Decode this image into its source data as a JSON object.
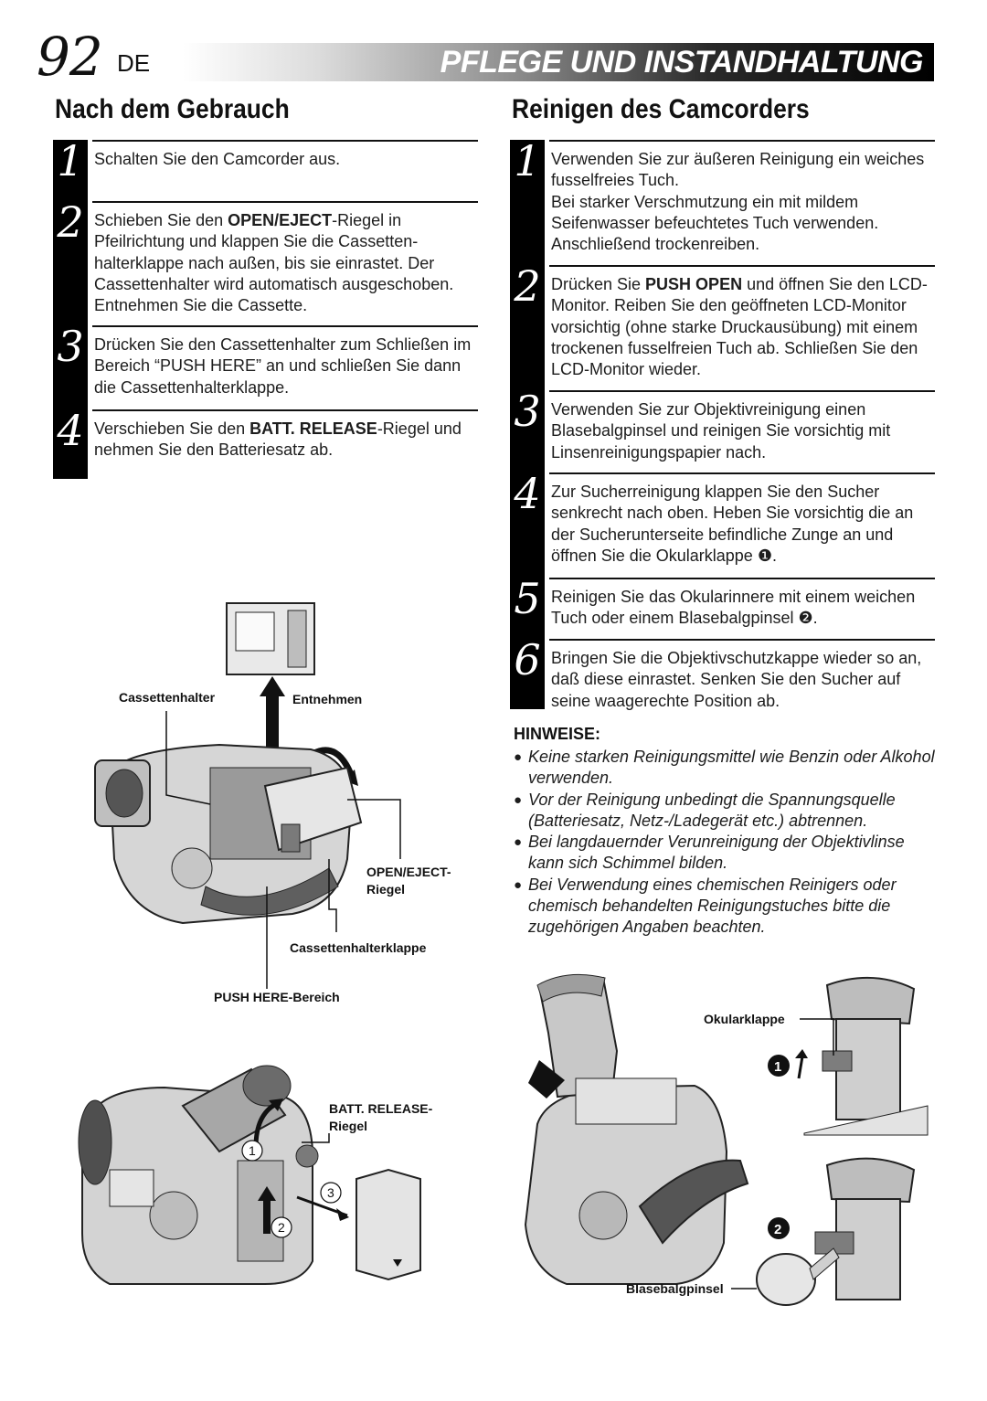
{
  "header": {
    "page_number": "92",
    "language": "DE",
    "title": "PFLEGE UND INSTANDHALTUNG"
  },
  "left": {
    "section_title": "Nach dem Gebrauch",
    "steps": [
      {
        "num": "1",
        "html": "Schalten Sie den Camcorder aus."
      },
      {
        "num": "2",
        "html": "Schieben Sie den <b>OPEN/EJECT</b>-Riegel in Pfeilrichtung und klappen Sie die Cassetten-halterklappe nach außen, bis sie einrastet. Der Cassettenhalter wird automatisch ausgeschoben. Entnehmen Sie die Cassette."
      },
      {
        "num": "3",
        "html": "Drücken Sie den Cassettenhalter zum Schließen im Bereich “PUSH HERE” an und schließen Sie dann die Cassettenhalterklappe."
      },
      {
        "num": "4",
        "html": "Verschieben Sie den <b>BATT. RELEASE</b>-Riegel  und nehmen Sie den Batteriesatz ab."
      }
    ],
    "figure1_labels": {
      "cassettenhalter": "Cassettenhalter",
      "entnehmen": "Entnehmen",
      "open_eject": "OPEN/EJECT-",
      "riegel": "Riegel",
      "klappe": "Cassettenhalterklappe",
      "push_here": "PUSH HERE-Bereich"
    },
    "figure2_labels": {
      "batt_release": "BATT. RELEASE-",
      "riegel": "Riegel",
      "m1": "1",
      "m2": "2",
      "m3": "3"
    }
  },
  "right": {
    "section_title": "Reinigen des Camcorders",
    "steps": [
      {
        "num": "1",
        "html": "Verwenden Sie zur äußeren Reinigung ein weiches fusselfreies Tuch.<br>Bei starker Verschmutzung ein mit mildem Seifenwasser befeuchtetes Tuch verwenden. Anschließend trockenreiben."
      },
      {
        "num": "2",
        "html": "Drücken Sie <b>PUSH OPEN</b>  und öffnen Sie den LCD-Monitor. Reiben Sie den geöffneten LCD-Monitor vorsichtig (ohne starke Druckausübung) mit einem trockenen fusselfreien Tuch ab. Schließen Sie den LCD-Monitor wieder."
      },
      {
        "num": "3",
        "html": "Verwenden Sie zur Objektivreinigung einen Blasebalgpinsel und reinigen Sie vorsichtig mit Linsenreinigungspapier nach."
      },
      {
        "num": "4",
        "html": "Zur Sucherreinigung klappen Sie den Sucher senkrecht nach oben. Heben Sie vorsichtig die an der Sucherunterseite befindliche Zunge an und öffnen Sie die Okularklappe ❶."
      },
      {
        "num": "5",
        "html": "Reinigen Sie das Okularinnere mit einem weichen Tuch oder einem Blasebalgpinsel ❷."
      },
      {
        "num": "6",
        "html": "Bringen Sie die Objektivschutzkappe wieder so an, daß diese einrastet. Senken Sie den Sucher auf seine waagerechte Position ab."
      }
    ],
    "notes_heading": "HINWEISE:",
    "notes": [
      "Keine starken Reinigungsmittel wie Benzin oder Alkohol verwenden.",
      "Vor der Reinigung unbedingt die Spannungsquelle (Batteriesatz,  Netz-/Ladegerät etc.) abtrennen.",
      "Bei langdauernder Verunreinigung der Objektivlinse kann sich Schimmel bilden.",
      "Bei Verwendung eines chemischen Reinigers oder chemisch behandelten Reinigungstuches bitte die zugehörigen Angaben beachten."
    ],
    "figure3_labels": {
      "okularklappe": "Okularklappe",
      "blasebalgpinsel": "Blasebalgpinsel",
      "m1": "1",
      "m2": "2"
    }
  }
}
